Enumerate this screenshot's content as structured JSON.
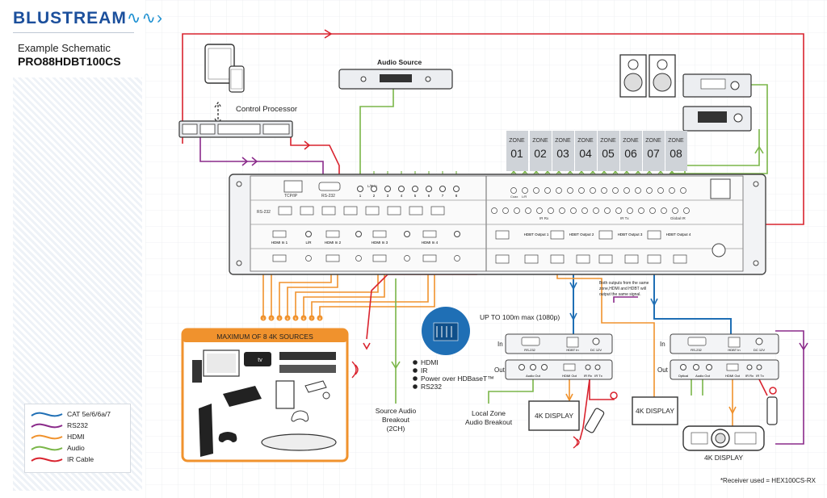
{
  "header": {
    "brand": "BLUSTREAM",
    "subtitle": "Example Schematic",
    "model": "PRO88HDBT100CS"
  },
  "legend": {
    "items": [
      {
        "label": "CAT 5e/6/6a/7",
        "color": "#1f6fb5"
      },
      {
        "label": "RS232",
        "color": "#8a2a8a"
      },
      {
        "label": "HDMI",
        "color": "#f0922d"
      },
      {
        "label": "Audio",
        "color": "#7ab648"
      },
      {
        "label": "IR Cable",
        "color": "#d9232e"
      }
    ]
  },
  "labels": {
    "control_processor": "Control Processor",
    "audio_source": "Audio Source",
    "sources_title": "MAXIMUM OF 8 4K SOURCES",
    "distance": "UP TO 100m max (1080p)",
    "both_outputs_note": [
      "Both outputs from the same",
      "zone,HDMI and HDBT will",
      "output the same signal."
    ],
    "source_audio_breakout": [
      "Source Audio",
      "Breakout",
      "(2CH)"
    ],
    "local_zone_breakout": [
      "Local Zone",
      "Audio Breakout"
    ],
    "display_left": "4K DISPLAY",
    "display_mid": "4K DISPLAY",
    "display_projector": "4K DISPLAY",
    "receiver_note": "*Receiver used = HEX100CS-RX",
    "in": "In",
    "out": "Out"
  },
  "hdbt_features": [
    "HDMI",
    "IR",
    "Power over HDBaseT™",
    "RS232"
  ],
  "zones": [
    "01",
    "02",
    "03",
    "04",
    "05",
    "06",
    "07",
    "08"
  ],
  "zone_word": "ZONE",
  "matrix": {
    "tcpip": "TCP/IP",
    "rs232": "RS-232",
    "rs232_row": "RS-232",
    "ir_rx": "IR Rx",
    "ir_tx": "IR Tx",
    "global_ir": "Global IR",
    "l_r_in": "L/R in",
    "hdmi_in": [
      "HDMI In 1",
      "HDMI In 2",
      "HDMI In 3",
      "HDMI In 4"
    ],
    "hdmi_in_lr": "L/R",
    "hdbt_outputs": [
      "HDBT Output 1",
      "HDBT Output 2",
      "HDBT Output 3",
      "HDBT Output 4"
    ],
    "audio_channels": [
      "1",
      "2",
      "3",
      "4",
      "5",
      "6",
      "7",
      "8"
    ],
    "coax": "Coax",
    "lr": "L/R"
  },
  "receiver": {
    "rs232": "RS-232",
    "hdbt_in": "HDBT In",
    "dc12v": "DC 12V",
    "audio_out": "Audio Out",
    "hdmi_out": "HDMI Out",
    "ir_rx": "IR Rx",
    "ir_tx": "IR Tx",
    "optical": "Optical"
  },
  "source_devices": {
    "apple_tv": "tv"
  },
  "source_numbers": [
    "1",
    "2",
    "3",
    "4",
    "5",
    "6",
    "7",
    "8"
  ]
}
